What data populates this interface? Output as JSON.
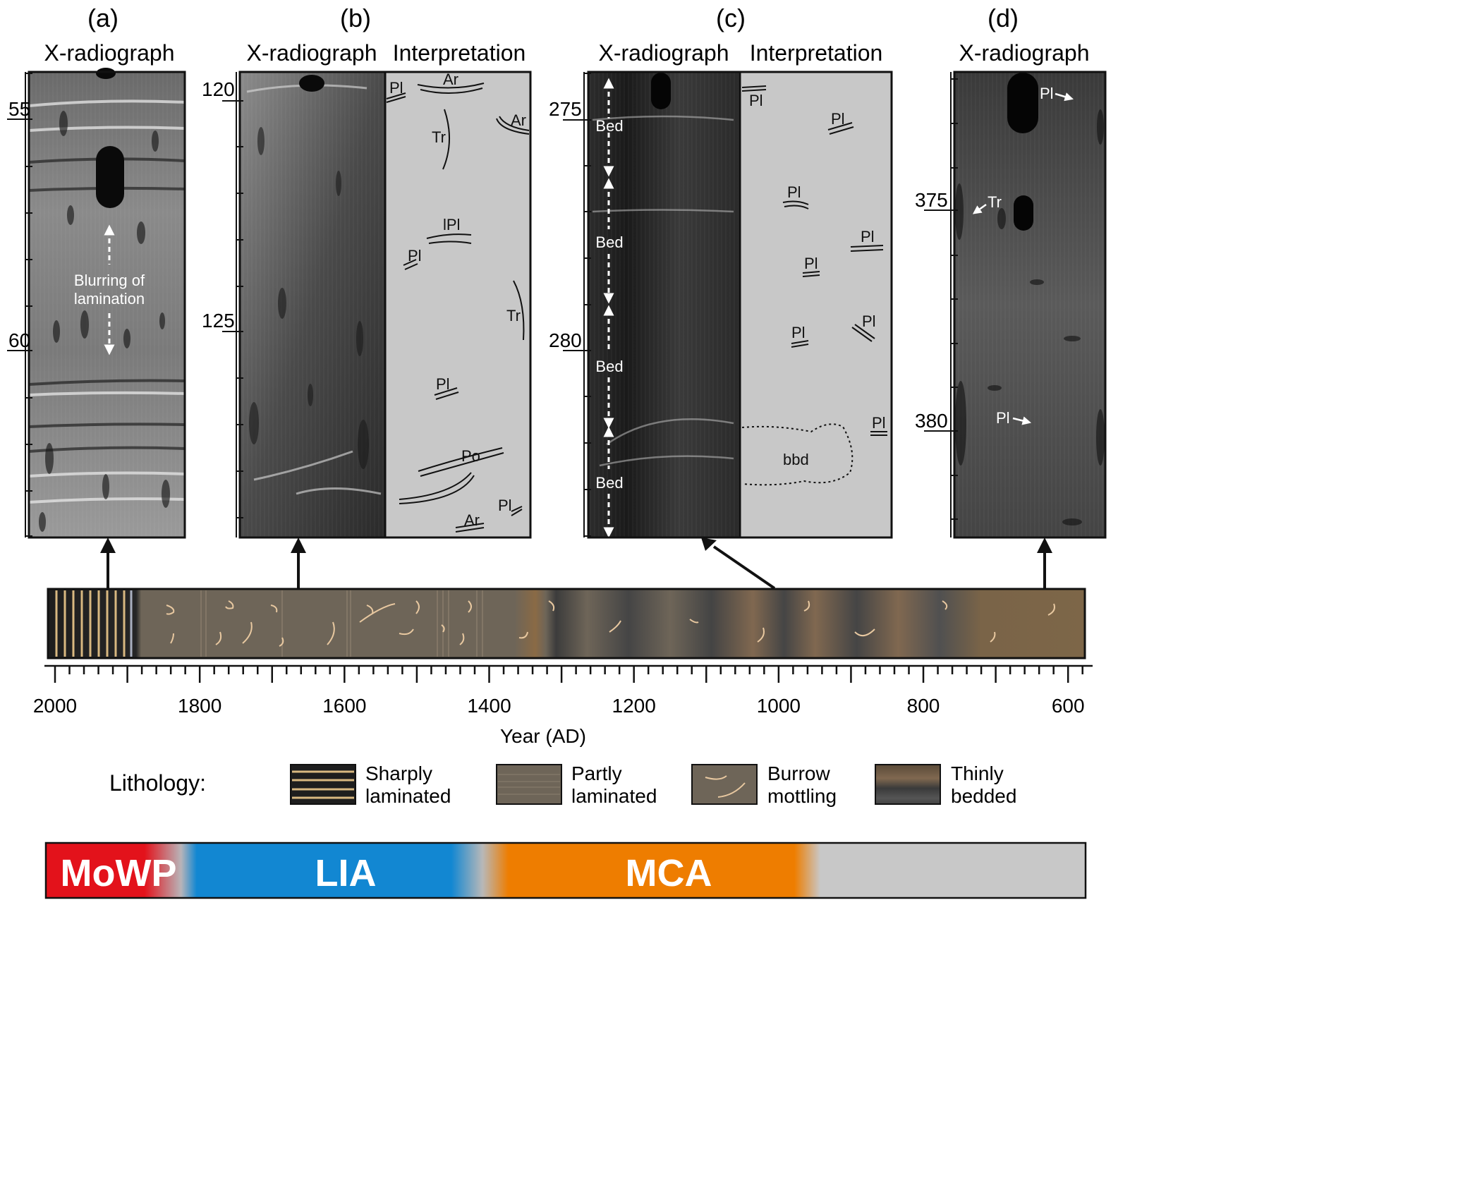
{
  "panels": {
    "a": {
      "letter": "(a)",
      "heading": "X-radiograph",
      "depths": [
        "55",
        "60"
      ],
      "annotation": [
        "Blurring of",
        "lamination"
      ]
    },
    "b": {
      "letter": "(b)",
      "heading_xray": "X-radiograph",
      "heading_interp": "Interpretation",
      "depths": [
        "120",
        "125"
      ],
      "labels": [
        "Pl",
        "Ar",
        "Ar",
        "Tr",
        "lPl",
        "Pl",
        "Tr",
        "Pl",
        "Po",
        "Pl",
        "Ar"
      ]
    },
    "c": {
      "letter": "(c)",
      "heading_xray": "X-radiograph",
      "heading_interp": "Interpretation",
      "depths": [
        "275",
        "280"
      ],
      "beds": [
        "Bed",
        "Bed",
        "Bed",
        "Bed"
      ],
      "labels": [
        "Pl",
        "Pl",
        "Pl",
        "Pl",
        "Pl",
        "Pl",
        "Pl",
        "Pl",
        "bbd"
      ]
    },
    "d": {
      "letter": "(d)",
      "heading": "X-radiograph",
      "depths": [
        "375",
        "380"
      ],
      "labels": [
        "Pl",
        "Tr",
        "Pl"
      ]
    }
  },
  "axis": {
    "ticks": [
      "2000",
      "1800",
      "1600",
      "1400",
      "1200",
      "1000",
      "800",
      "600"
    ],
    "label": "Year (AD)"
  },
  "legend": {
    "title": "Lithology:",
    "items": [
      {
        "line1": "Sharply",
        "line2": "laminated",
        "icon": "sharply-laminated"
      },
      {
        "line1": "Partly",
        "line2": "laminated",
        "icon": "partly-laminated"
      },
      {
        "line1": "Burrow",
        "line2": "mottling",
        "icon": "burrow-mottling"
      },
      {
        "line1": "Thinly",
        "line2": "bedded",
        "icon": "thinly-bedded"
      }
    ]
  },
  "periods": [
    {
      "label": "MoWP",
      "color": "#e3121b"
    },
    {
      "label": "LIA",
      "color": "#1287d2"
    },
    {
      "label": "MCA",
      "color": "#ee7d00"
    },
    {
      "label": "",
      "color": "#c8c8c8"
    }
  ]
}
